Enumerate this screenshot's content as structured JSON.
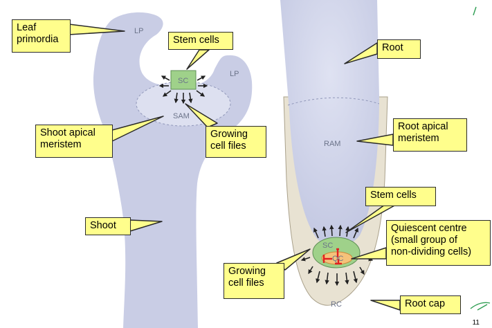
{
  "callouts": {
    "leaf_primordia": "Leaf\nprimordia",
    "stem_cells_shoot": "Stem cells",
    "shoot_apical_meristem": "Shoot apical\nmeristem",
    "growing_cell_files_shoot": "Growing\ncell files",
    "shoot": "Shoot",
    "root": "Root",
    "root_apical_meristem": "Root apical\nmeristem",
    "stem_cells_root": "Stem cells",
    "quiescent_centre": "Quiescent centre\n(small group of\nnon-dividing cells)",
    "growing_cell_files_root": "Growing\ncell files",
    "root_cap": "Root cap"
  },
  "tissue_labels": {
    "lp_left": "LP",
    "lp_right": "LP",
    "sc_shoot": "SC",
    "sam": "SAM",
    "ram": "RAM",
    "sc_root": "SC",
    "qc": "QC",
    "rc": "RC"
  },
  "page_number": "11",
  "colors": {
    "tissue": "#c8cce4",
    "meristem": "#dde0f0",
    "stem_cell_green": "#9fd18a",
    "root_cap": "#e8e2d2",
    "qc_orange": "#f5c27a",
    "callout_fill": "#fffe8c"
  }
}
